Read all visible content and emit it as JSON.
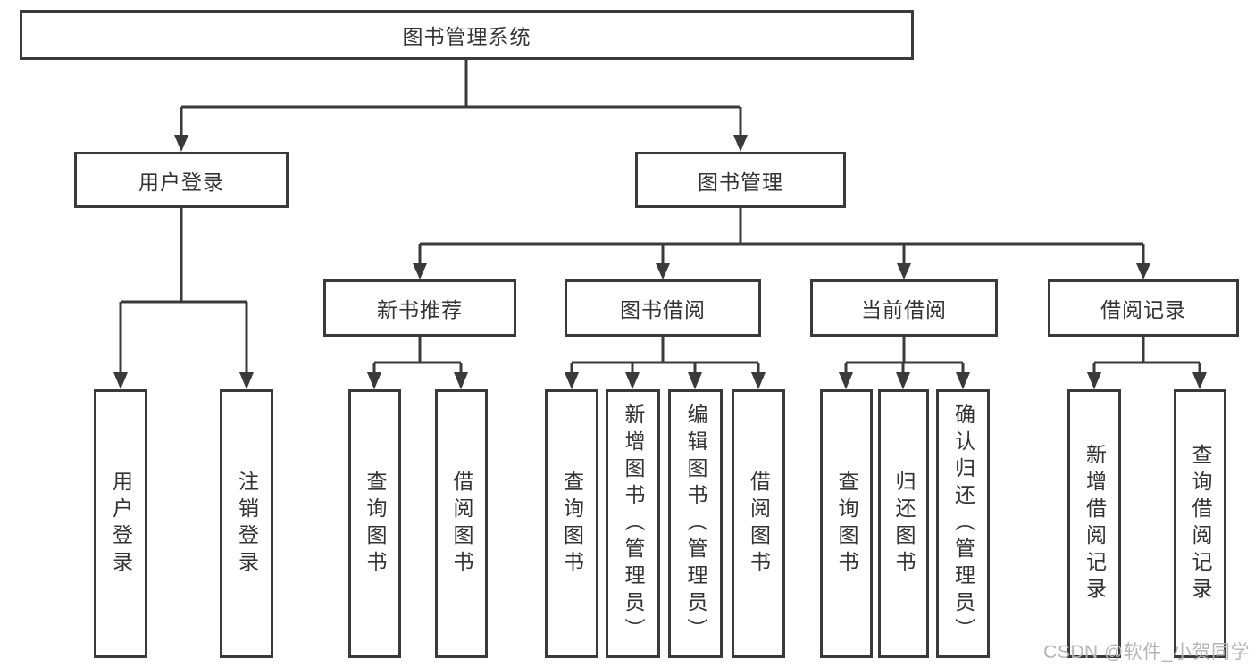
{
  "colors": {
    "line": "#3a3a3a",
    "box_border": "#3a3a3a",
    "text": "#333333",
    "background": "#ffffff",
    "watermark": "#b5b5b5"
  },
  "watermark": {
    "text": "CSDN @软件_小贺同学"
  },
  "tree": {
    "root": {
      "label": "图书管理系统"
    },
    "branches": [
      {
        "label": "用户登录",
        "children": [
          {
            "label": "用户登录"
          },
          {
            "label": "注销登录"
          }
        ]
      },
      {
        "label": "图书管理",
        "children": [
          {
            "label": "新书推荐",
            "children": [
              {
                "label": "查询图书"
              },
              {
                "label": "借阅图书"
              }
            ]
          },
          {
            "label": "图书借阅",
            "children": [
              {
                "label": "查询图书"
              },
              {
                "label": "新增图书（管理员）"
              },
              {
                "label": "编辑图书（管理员）"
              },
              {
                "label": "借阅图书"
              }
            ]
          },
          {
            "label": "当前借阅",
            "children": [
              {
                "label": "查询图书"
              },
              {
                "label": "归还图书"
              },
              {
                "label": "确认归还（管理员）"
              }
            ]
          },
          {
            "label": "借阅记录",
            "children": [
              {
                "label": "新增借阅记录"
              },
              {
                "label": "查询借阅记录"
              }
            ]
          }
        ]
      }
    ]
  }
}
